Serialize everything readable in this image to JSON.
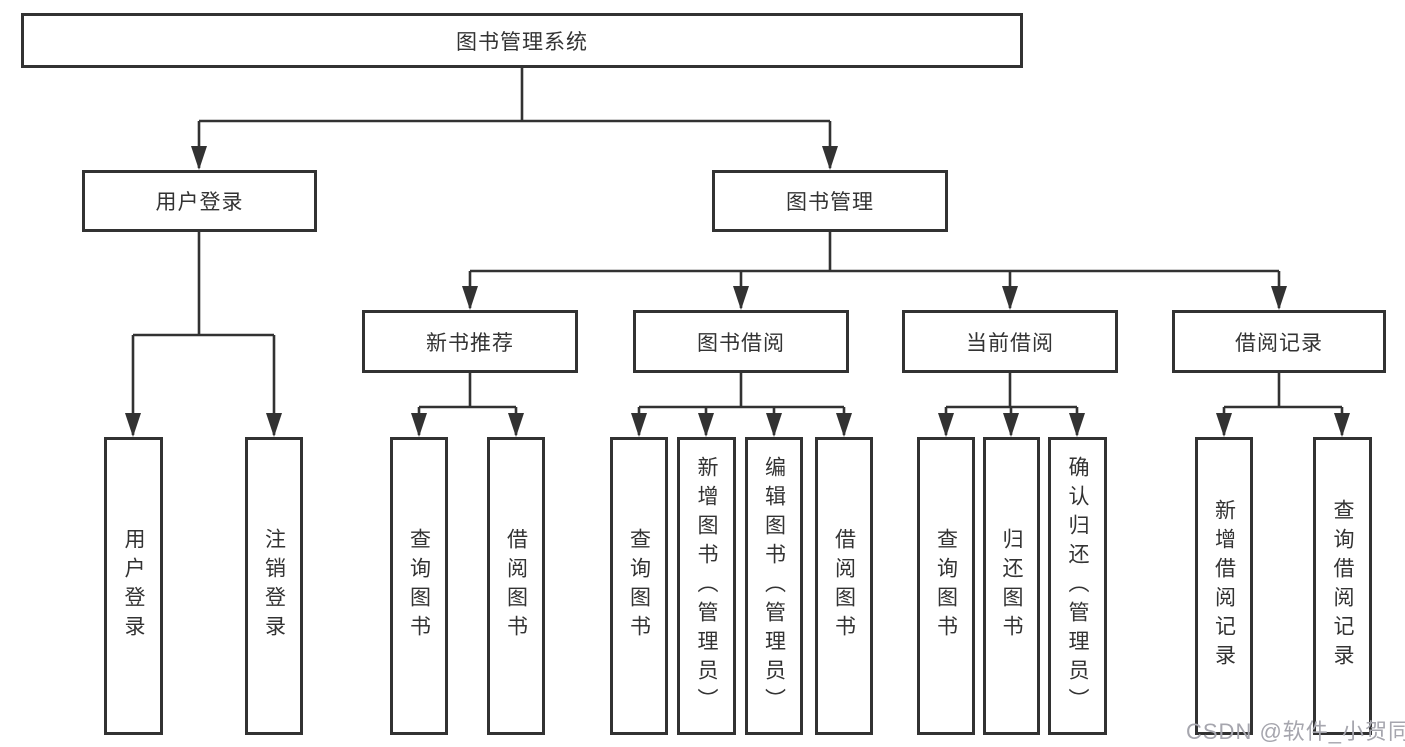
{
  "diagram": {
    "root": {
      "label": "图书管理系统"
    },
    "branches": [
      {
        "label": "用户登录",
        "children": [
          {
            "label": "用户登录"
          },
          {
            "label": "注销登录"
          }
        ]
      },
      {
        "label": "图书管理",
        "children": [
          {
            "label": "新书推荐",
            "children": [
              {
                "label": "查询图书"
              },
              {
                "label": "借阅图书"
              }
            ]
          },
          {
            "label": "图书借阅",
            "children": [
              {
                "label": "查询图书"
              },
              {
                "label": "新增图书（管理员）"
              },
              {
                "label": "编辑图书（管理员）"
              },
              {
                "label": "借阅图书"
              }
            ]
          },
          {
            "label": "当前借阅",
            "children": [
              {
                "label": "查询图书"
              },
              {
                "label": "归还图书"
              },
              {
                "label": "确认归还（管理员）"
              }
            ]
          },
          {
            "label": "借阅记录",
            "children": [
              {
                "label": "新增借阅记录"
              },
              {
                "label": "查询借阅记录"
              }
            ]
          }
        ]
      }
    ]
  },
  "watermark": {
    "text": "CSDN @软件_小贺同学"
  },
  "colors": {
    "line": "#323232",
    "text": "#333333",
    "watermark": "#a6a6ae",
    "background": "#ffffff"
  }
}
